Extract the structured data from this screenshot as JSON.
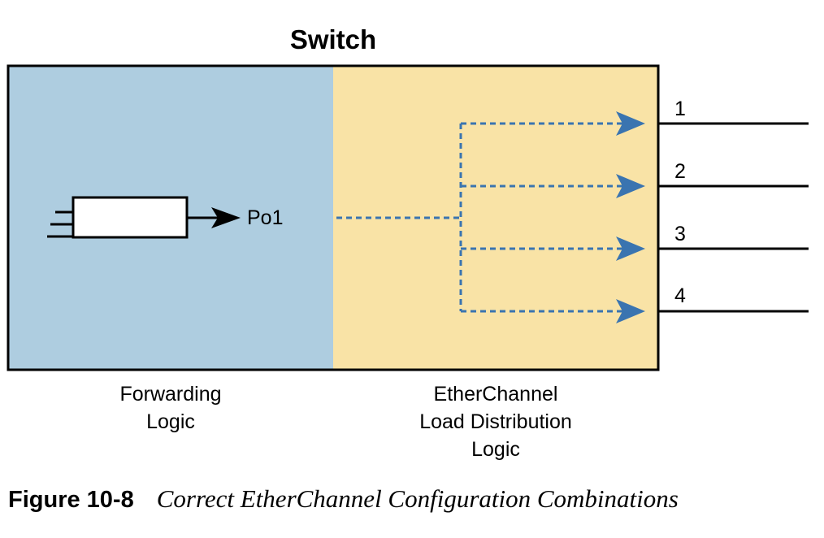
{
  "title": "Switch",
  "forwarding": {
    "port_label": "Po1",
    "caption_line1": "Forwarding",
    "caption_line2": "Logic"
  },
  "distribution": {
    "caption_line1": "EtherChannel",
    "caption_line2": "Load Distribution",
    "caption_line3": "Logic"
  },
  "links": [
    "1",
    "2",
    "3",
    "4"
  ],
  "figure": {
    "label": "Figure 10-8",
    "title": "Correct EtherChannel Configuration Combinations"
  },
  "colors": {
    "forwarding_fill": "#aecde0",
    "distribution_fill": "#f9e3a6",
    "arrow": "#3a74b0",
    "line": "#000000"
  }
}
